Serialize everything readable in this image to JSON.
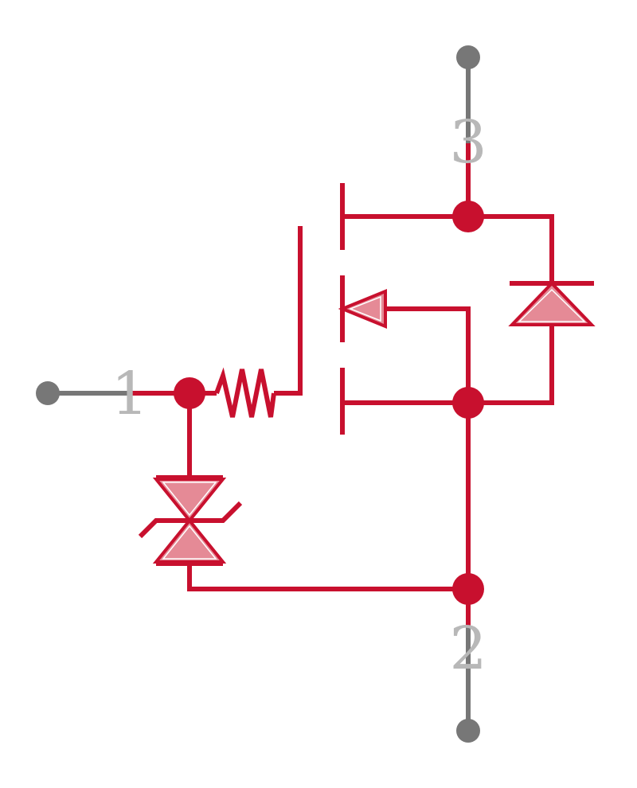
{
  "pins": {
    "gate": "1",
    "source": "2",
    "drain": "3"
  },
  "colors": {
    "wire": "#c8102e",
    "diode_fill": "#e58a96",
    "lead": "#777777",
    "pin_label": "#b8b8b8"
  },
  "symbols": {
    "transistor": "n-channel-mosfet-symbol",
    "resistor": "gate-resistor-symbol",
    "tvs": "bidirectional-zener-symbol",
    "body_diode": "body-diode-symbol"
  }
}
